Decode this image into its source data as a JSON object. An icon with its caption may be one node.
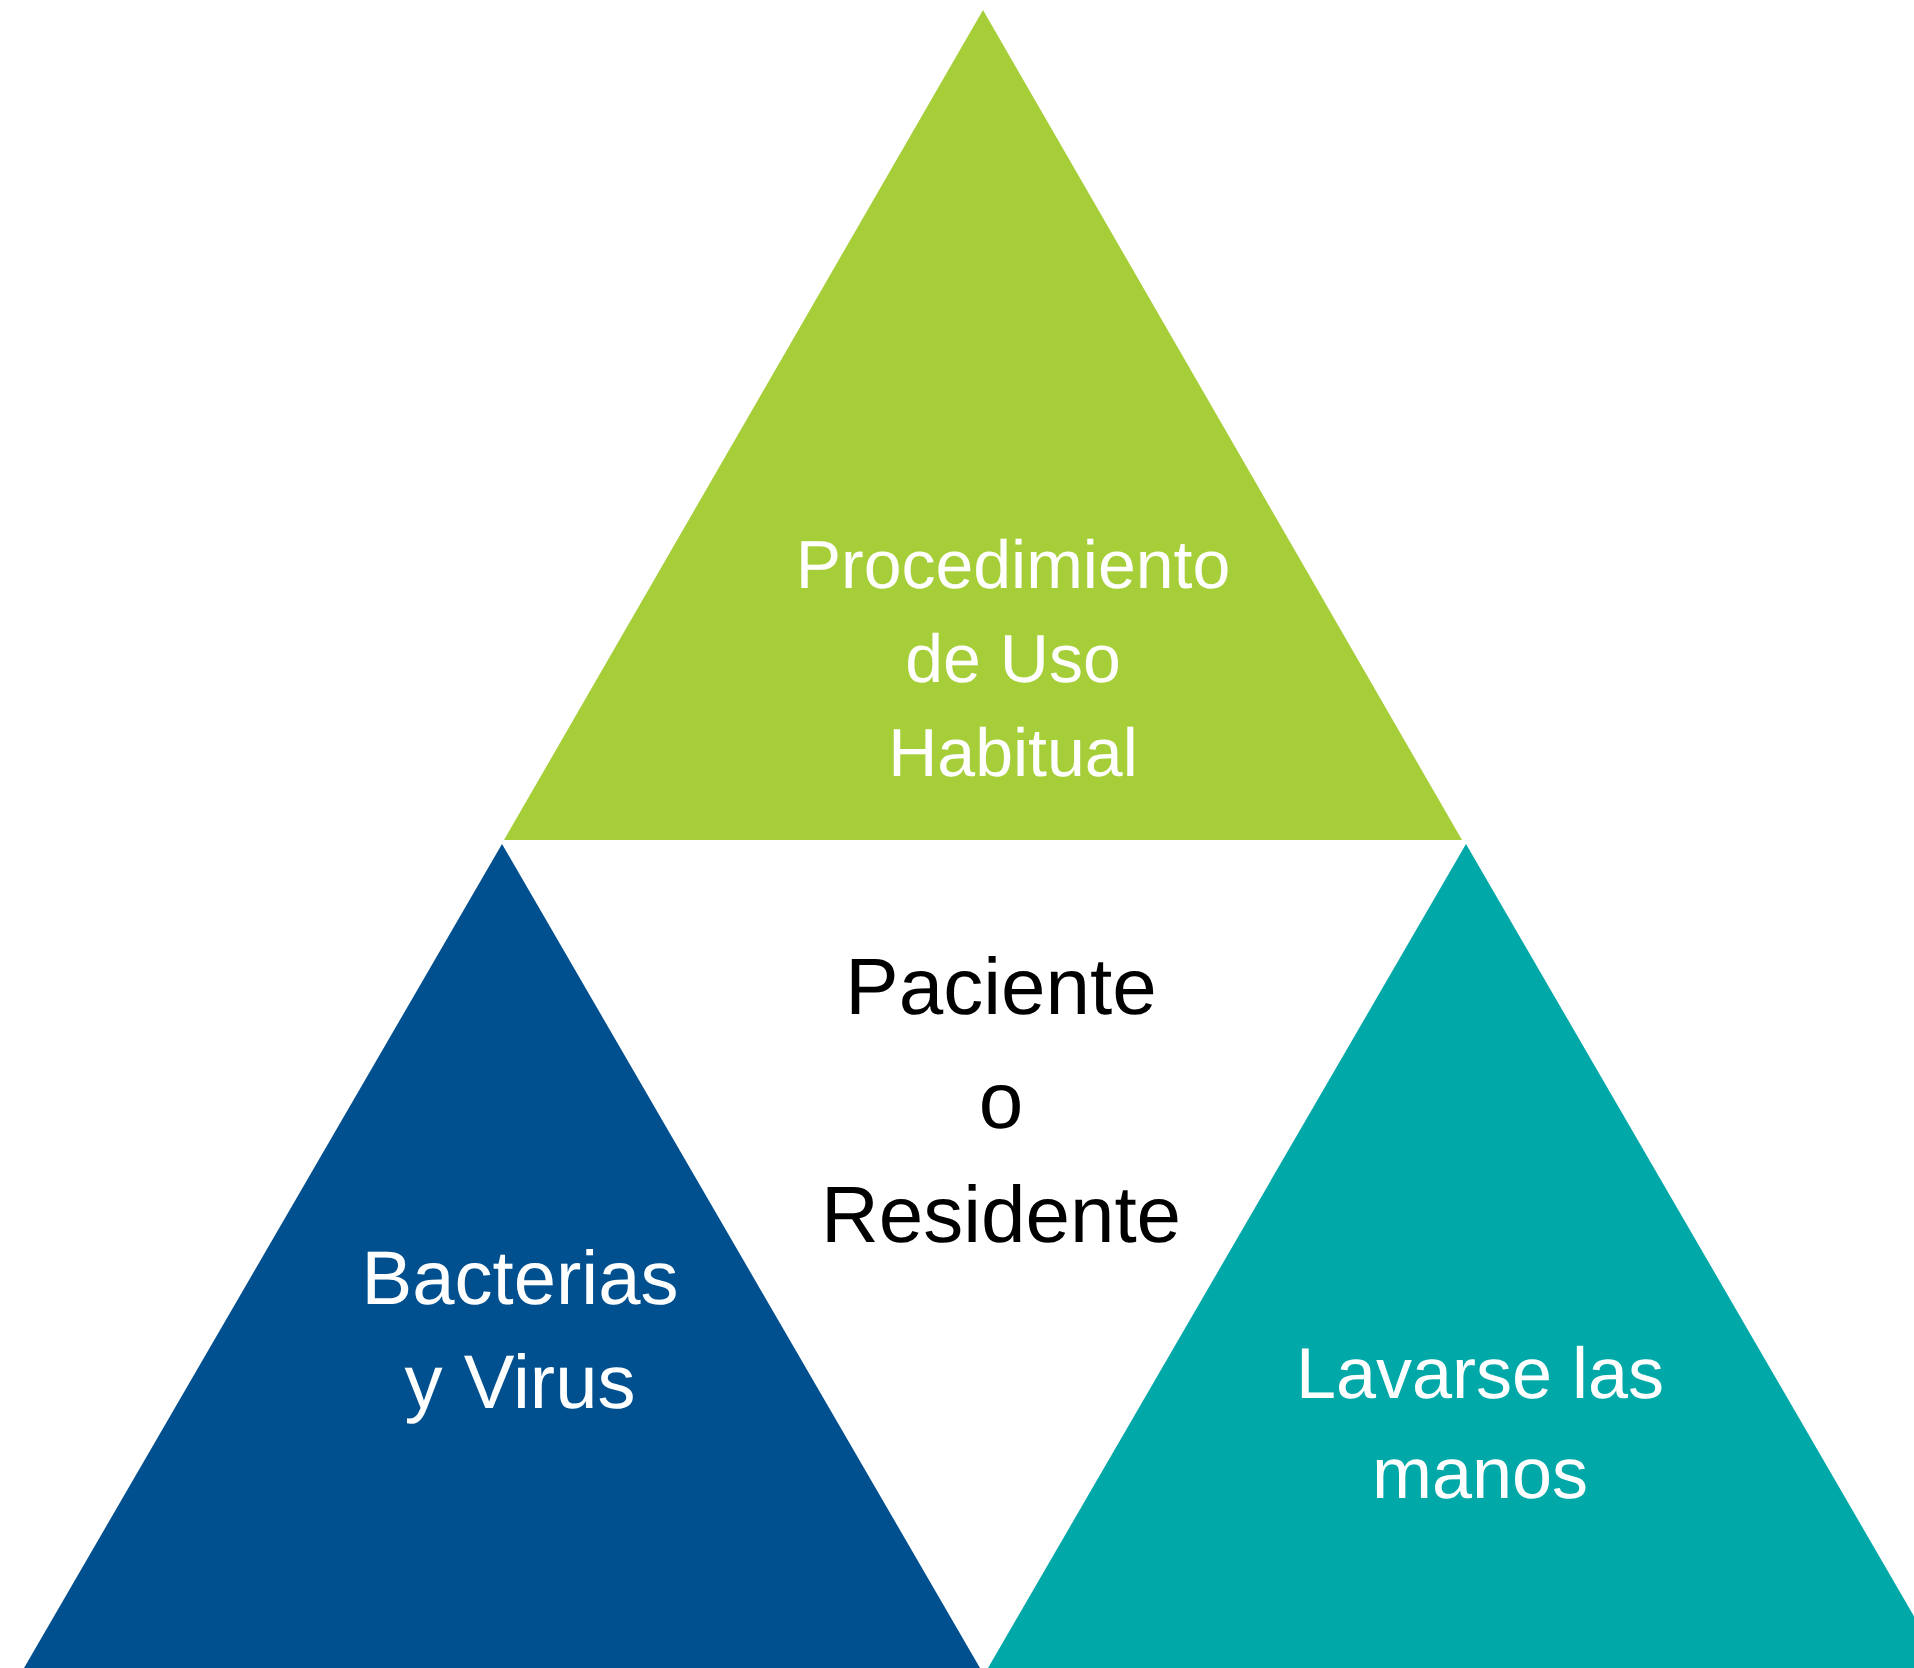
{
  "diagram": {
    "nodes": [
      {
        "text": [
          "Procedimiento de Uso Habitual"
        ]
      },
      {
        "text": [
          "Bacterias y Virus"
        ]
      },
      {
        "text": [
          "Lavarse las manos"
        ]
      }
    ],
    "labels": [
      "Paciente o Residente"
    ]
  }
}
